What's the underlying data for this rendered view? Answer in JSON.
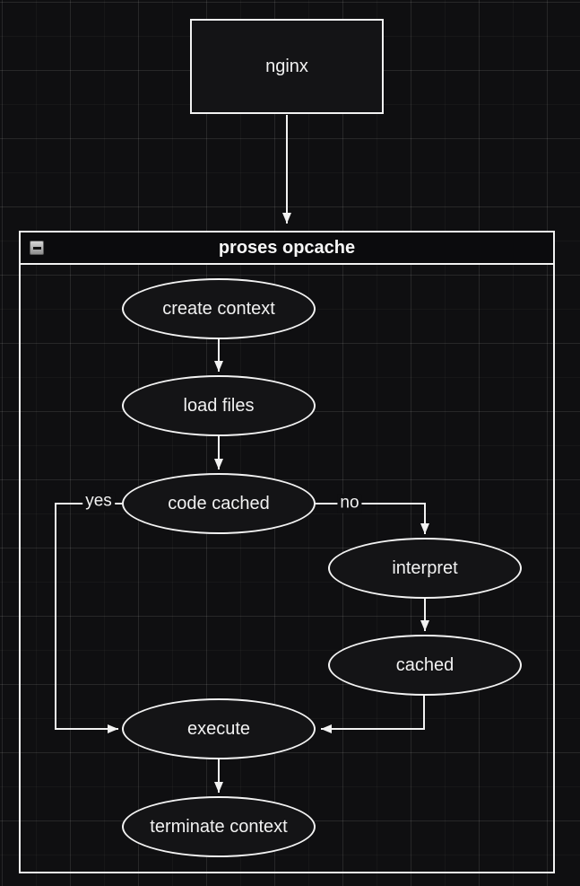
{
  "diagram": {
    "type": "flowchart",
    "nodes": {
      "nginx": {
        "label": "nginx",
        "shape": "rectangle"
      },
      "create_context": {
        "label": "create context",
        "shape": "ellipse"
      },
      "load_files": {
        "label": "load files",
        "shape": "ellipse"
      },
      "code_cached": {
        "label": "code cached",
        "shape": "ellipse"
      },
      "interpret": {
        "label": "interpret",
        "shape": "ellipse"
      },
      "cached": {
        "label": "cached",
        "shape": "ellipse"
      },
      "execute": {
        "label": "execute",
        "shape": "ellipse"
      },
      "terminate_context": {
        "label": "terminate context",
        "shape": "ellipse"
      }
    },
    "container": {
      "title": "proses opcache",
      "collapse_icon": "minus-icon"
    },
    "edges": [
      {
        "from": "nginx",
        "to": "proses opcache",
        "label": ""
      },
      {
        "from": "create context",
        "to": "load files",
        "label": ""
      },
      {
        "from": "load files",
        "to": "code cached",
        "label": ""
      },
      {
        "from": "code cached",
        "to": "execute",
        "label": "yes"
      },
      {
        "from": "code cached",
        "to": "interpret",
        "label": "no"
      },
      {
        "from": "interpret",
        "to": "cached",
        "label": ""
      },
      {
        "from": "cached",
        "to": "execute",
        "label": ""
      },
      {
        "from": "execute",
        "to": "terminate context",
        "label": ""
      }
    ],
    "colors": {
      "canvas_bg": "#0f0f11",
      "shape_fill": "#141416",
      "container_header_fill": "#0b0b0d",
      "stroke": "#f2f2f2",
      "text": "#f2f2f2"
    }
  }
}
